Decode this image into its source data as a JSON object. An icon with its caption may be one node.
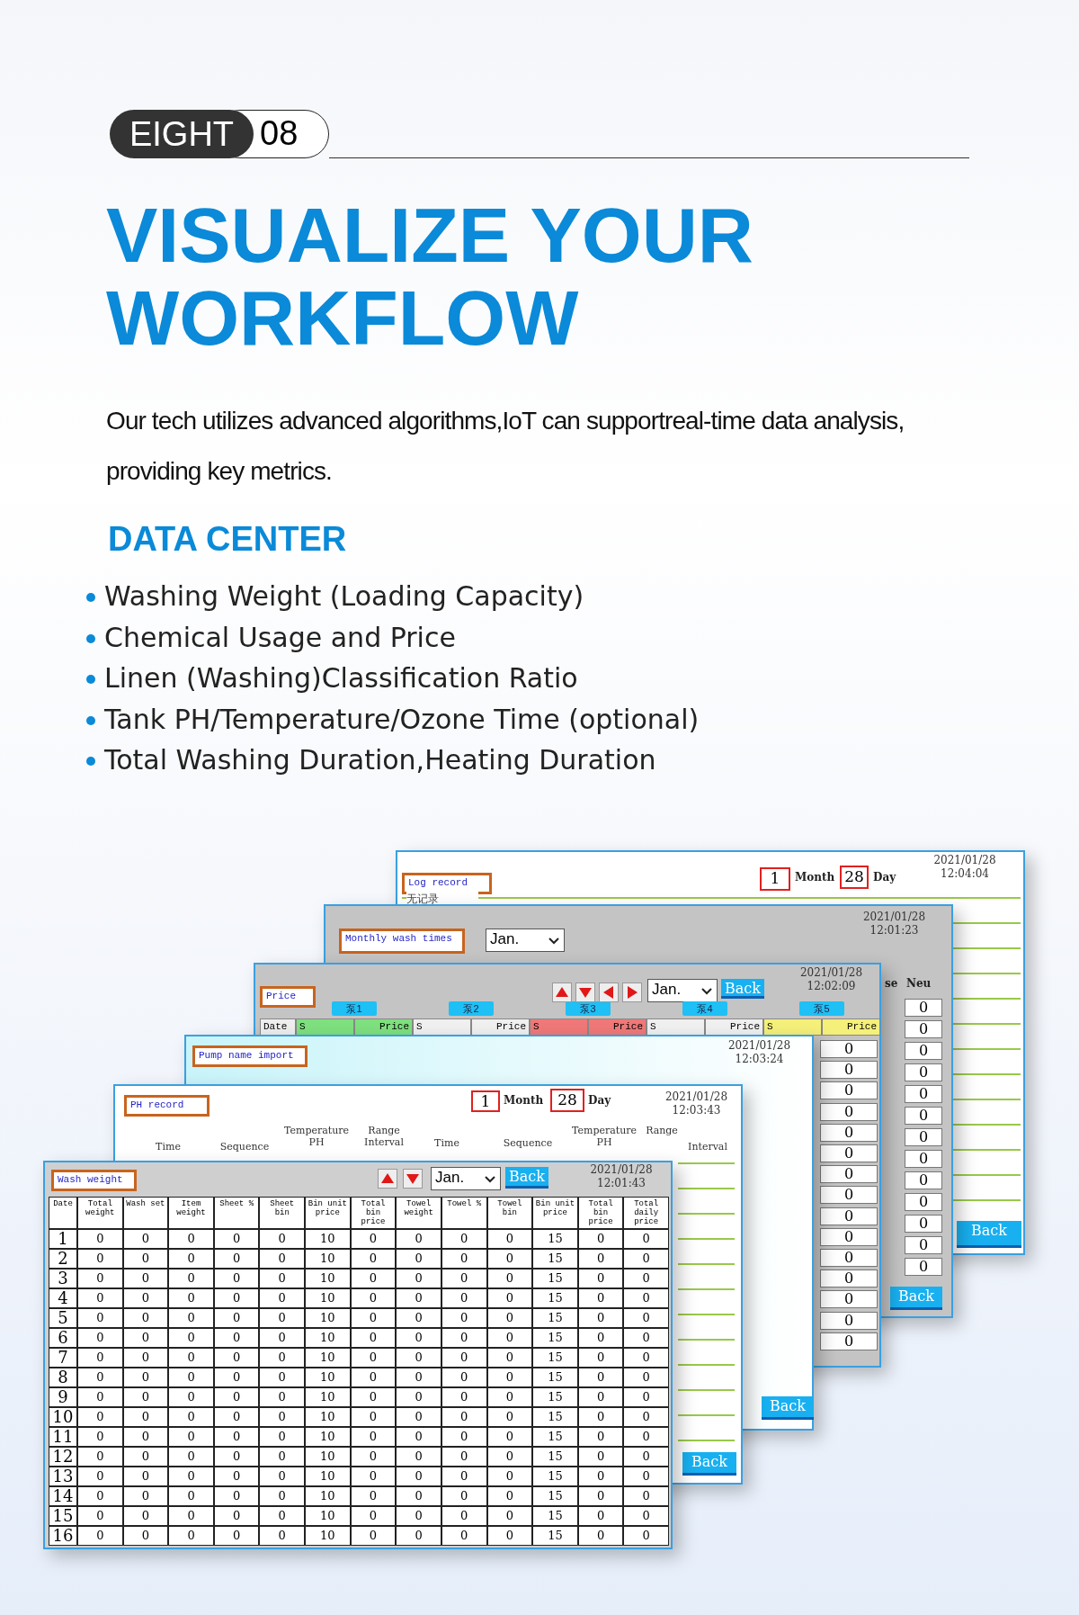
{
  "diagram": {
    "title": "VISUALIZE YOUR WORKFLOW",
    "labels": [
      "EIGHT",
      "08",
      "Our tech utilizes advanced algorithms,IoT can supportreal-time data analysis, providing key metrics.",
      "DATA CENTER",
      "Washing Weight (Loading Capacity)",
      "Chemical Usage and Price",
      "Linen (Washing)Classification Ratio",
      "Tank PH/Temperature/Ozone Time (optional)",
      "Total Washing Duration,Heating Duration",
      "Log record",
      "1",
      "Month",
      "28",
      "Day",
      "2021/01/28 12:04:04",
      "无记录",
      "Back",
      "Monthly wash times",
      "Jan.",
      "2021/01/28 12:01:23",
      "se",
      "Neu",
      "0",
      "0",
      "0",
      "0",
      "0",
      "0",
      "0",
      "0",
      "0",
      "0",
      "0",
      "0",
      "0",
      "Back",
      "Price",
      "Jan.",
      "Back",
      "2021/01/28 12:02:09",
      "泵1",
      "泵2",
      "泵3",
      "泵4",
      "泵5",
      "Date",
      "S",
      "Price",
      "S",
      "Price",
      "S",
      "Price",
      "S",
      "Price",
      "S",
      "Price",
      "0",
      "0",
      "0",
      "0",
      "0",
      "0",
      "0",
      "0",
      "0",
      "0",
      "0",
      "0",
      "0",
      "0",
      "0",
      "Pump name import",
      "2021/01/28 12:03:24",
      "Back",
      "PH record",
      "1",
      "Month",
      "28",
      "Day",
      "2021/01/28 12:03:43",
      "Time",
      "Sequence",
      "Temperature PH",
      "Range Interval",
      "Time",
      "Sequence",
      "Temperature PH",
      "Range",
      "Interval",
      "Back",
      "Wash weight",
      "Jan.",
      "Back",
      "2021/01/28 12:01:43",
      "Date",
      "Total weight",
      "Wash set",
      "Item weight",
      "Sheet %",
      "Sheet bin",
      "Bin unit price",
      "Total bin price",
      "Towel weight",
      "Towel %",
      "Towel bin",
      "Bin unit price",
      "Total bin price",
      "Total daily price",
      "1",
      "0",
      "0",
      "0",
      "0",
      "0",
      "10",
      "0",
      "0",
      "0",
      "0",
      "15",
      "0",
      "0",
      "2",
      "0",
      "0",
      "0",
      "0",
      "0",
      "10",
      "0",
      "0",
      "0",
      "0",
      "15",
      "0",
      "0",
      "3",
      "0",
      "0",
      "0",
      "0",
      "0",
      "10",
      "0",
      "0",
      "0",
      "0",
      "15",
      "0",
      "0",
      "4",
      "0",
      "0",
      "0",
      "0",
      "0",
      "10",
      "0",
      "0",
      "0",
      "0",
      "15",
      "0",
      "0",
      "5",
      "0",
      "0",
      "0",
      "0",
      "0",
      "10",
      "0",
      "0",
      "0",
      "0",
      "15",
      "0",
      "0",
      "6",
      "0",
      "0",
      "0",
      "0",
      "0",
      "10",
      "0",
      "0",
      "0",
      "0",
      "15",
      "0",
      "0",
      "7",
      "0",
      "0",
      "0",
      "0",
      "0",
      "10",
      "0",
      "0",
      "0",
      "0",
      "15",
      "0",
      "0",
      "8",
      "0",
      "0",
      "0",
      "0",
      "0",
      "10",
      "0",
      "0",
      "0",
      "0",
      "15",
      "0",
      "0",
      "9",
      "0",
      "0",
      "0",
      "0",
      "0",
      "10",
      "0",
      "0",
      "0",
      "0",
      "15",
      "0",
      "0",
      "10",
      "0",
      "0",
      "0",
      "0",
      "0",
      "10",
      "0",
      "0",
      "0",
      "0",
      "15",
      "0",
      "0",
      "11",
      "0",
      "0",
      "0",
      "0",
      "0",
      "10",
      "0",
      "0",
      "0",
      "0",
      "15",
      "0",
      "0",
      "12",
      "0",
      "0",
      "0",
      "0",
      "0",
      "10",
      "0",
      "0",
      "0",
      "0",
      "15",
      "0",
      "0",
      "13",
      "0",
      "0",
      "0",
      "0",
      "0",
      "10",
      "0",
      "0",
      "0",
      "0",
      "15",
      "0",
      "0",
      "14",
      "0",
      "0",
      "0",
      "0",
      "0",
      "10",
      "0",
      "0",
      "0",
      "0",
      "15",
      "0",
      "0",
      "15",
      "0",
      "0",
      "0",
      "0",
      "0",
      "10",
      "0",
      "0",
      "0",
      "0",
      "15",
      "0",
      "0",
      "16",
      "0",
      "0",
      "0",
      "0",
      "0",
      "10",
      "0",
      "0",
      "0",
      "0",
      "15",
      "0",
      "0"
    ]
  }
}
